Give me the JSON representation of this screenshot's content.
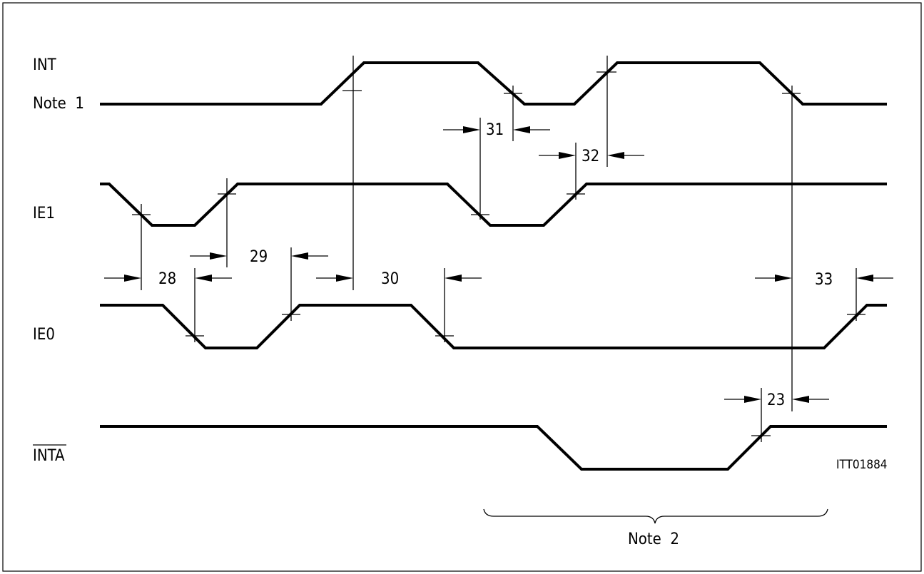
{
  "signals": {
    "int": "INT",
    "note1": "Note  1",
    "ie1": "IE1",
    "ie0": "IE0",
    "inta": "INTA"
  },
  "timings": {
    "t23": "23",
    "t28": "28",
    "t29": "29",
    "t30": "30",
    "t31": "31",
    "t32": "32",
    "t33": "33"
  },
  "note2": "Note  2",
  "figure_id": "ITT01884"
}
